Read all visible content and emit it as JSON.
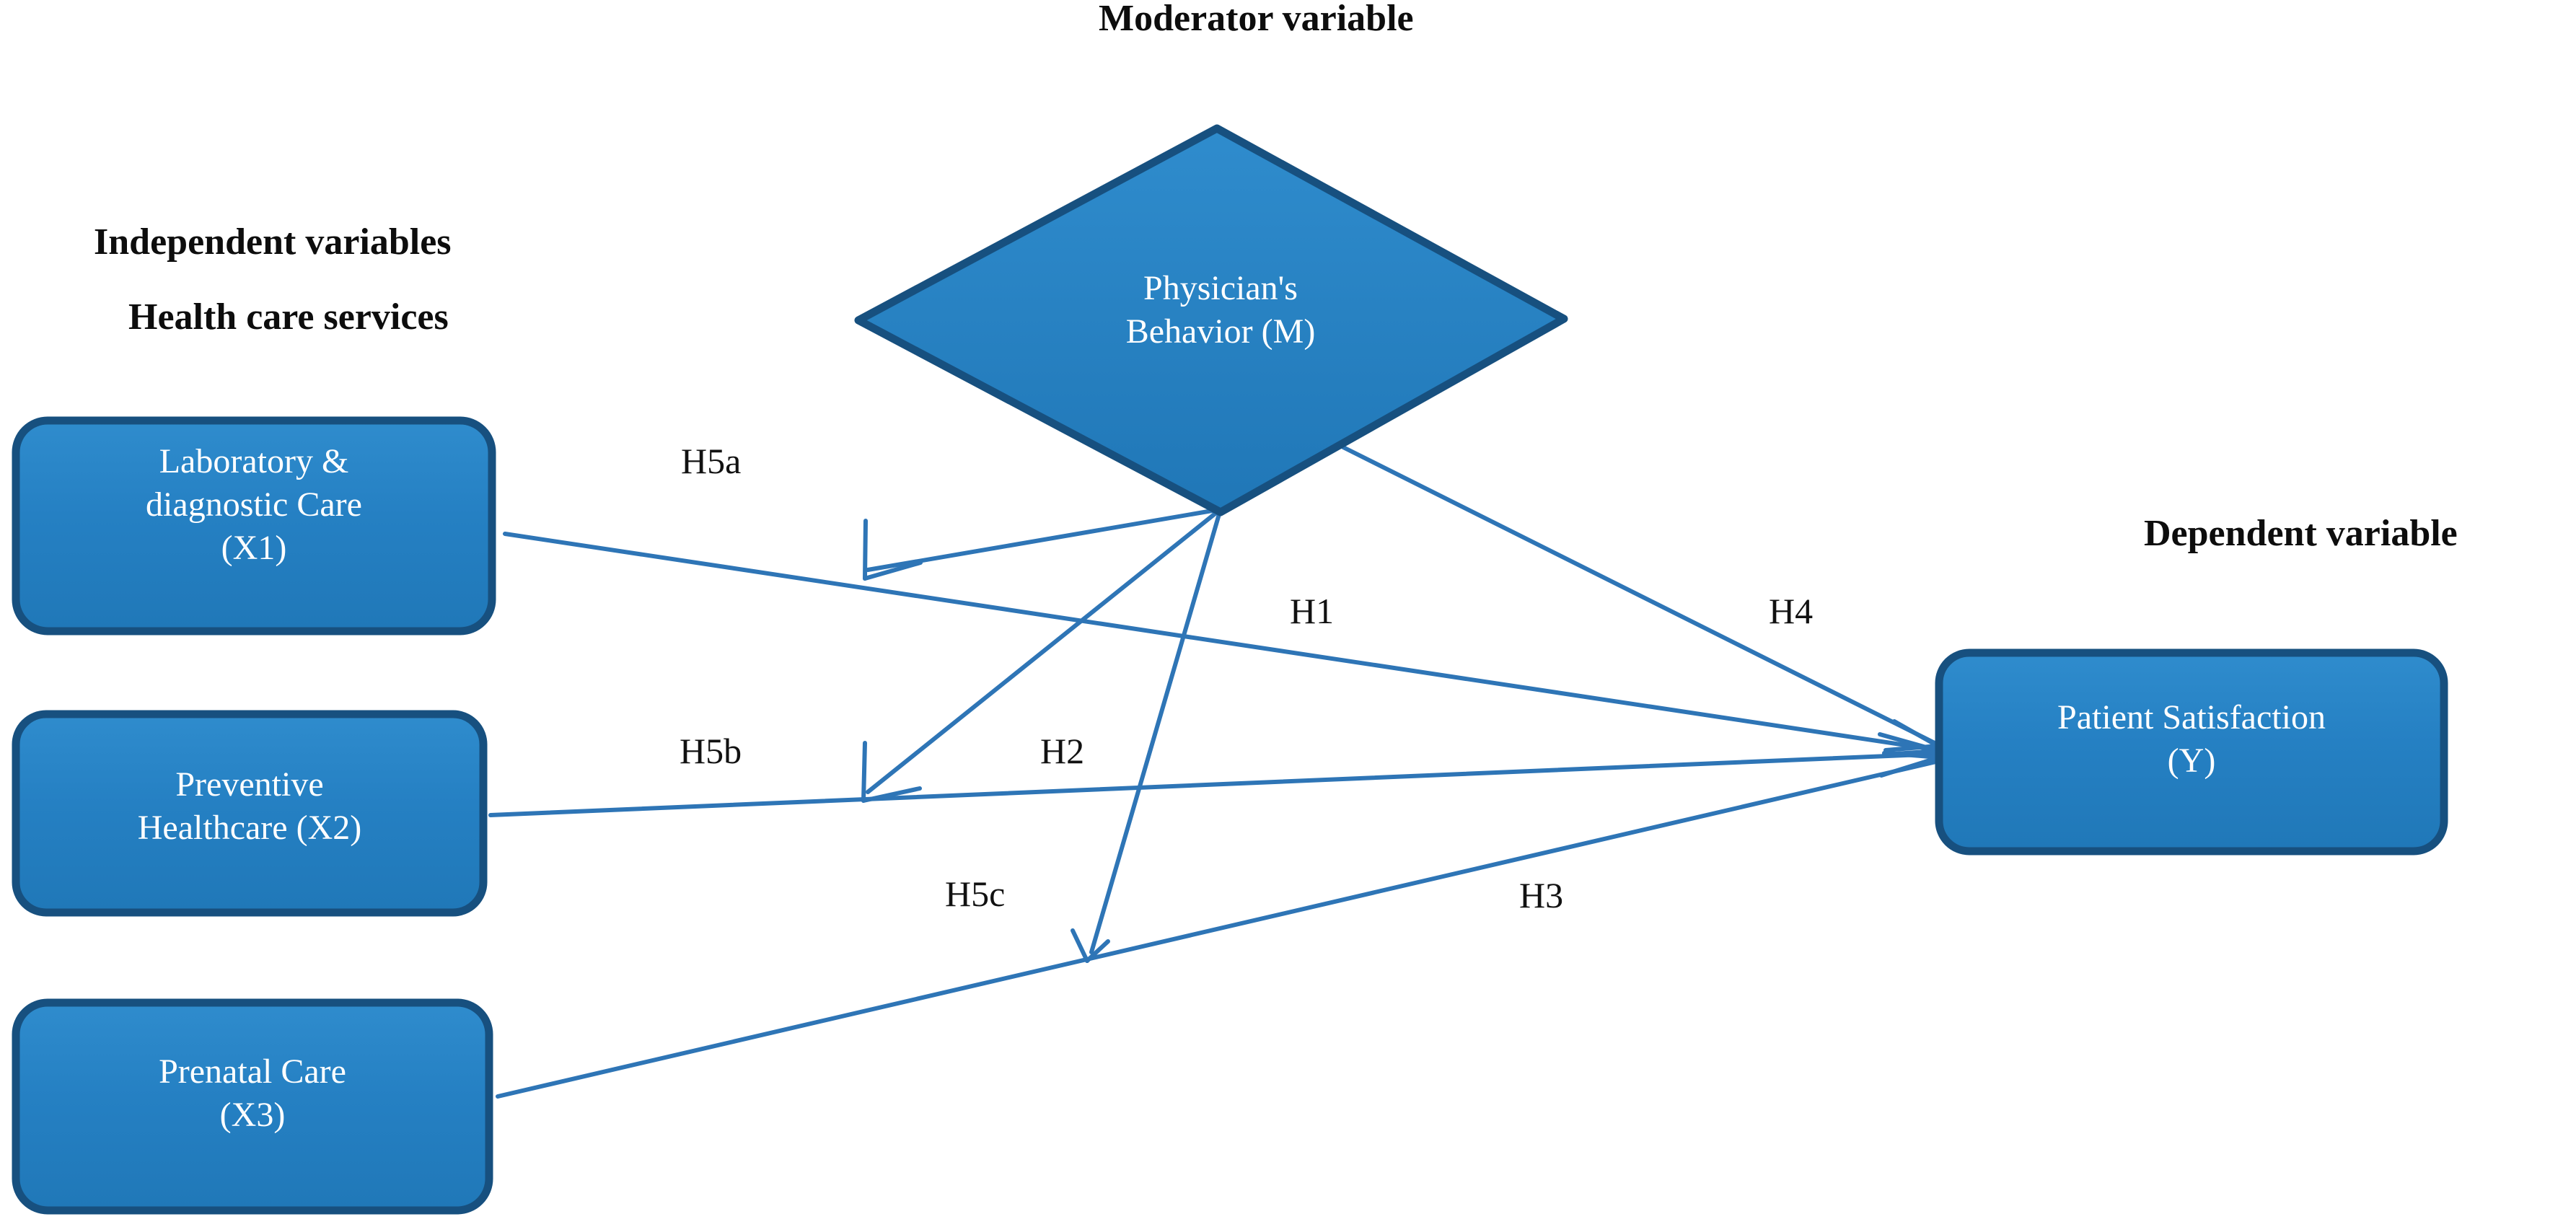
{
  "diagram": {
    "title_labels": {
      "moderator": "Moderator variable",
      "independent_line1": "Independent variables",
      "independent_line2": "Health care services",
      "dependent": "Dependent variable"
    },
    "colors": {
      "node_fill": "#2580C3",
      "node_stroke": "#17507F",
      "connector": "#2E75B6",
      "node_text": "#FFFFFF",
      "label_text": "#0D0D0D",
      "background": "#FFFFFF"
    },
    "nodes": [
      {
        "id": "x1",
        "shape": "rounded-rect",
        "label": "Laboratory &\ndiagnostic Care\n(X1)"
      },
      {
        "id": "x2",
        "shape": "rounded-rect",
        "label": "Preventive\nHealthcare (X2)"
      },
      {
        "id": "x3",
        "shape": "rounded-rect",
        "label": "Prenatal Care\n(X3)"
      },
      {
        "id": "m",
        "shape": "diamond",
        "label": "Physician's\nBehavior (M)"
      },
      {
        "id": "y",
        "shape": "rounded-rect",
        "label": "Patient  Satisfaction\n(Y)"
      }
    ],
    "edges": [
      {
        "id": "h1",
        "label": "H1",
        "from": "x1",
        "to": "y"
      },
      {
        "id": "h2",
        "label": "H2",
        "from": "x2",
        "to": "y"
      },
      {
        "id": "h3",
        "label": "H3",
        "from": "x3",
        "to": "y"
      },
      {
        "id": "h4",
        "label": "H4",
        "from": "m",
        "to": "y"
      },
      {
        "id": "h5a",
        "label": "H5a",
        "from": "m",
        "to": "h1"
      },
      {
        "id": "h5b",
        "label": "H5b",
        "from": "m",
        "to": "h2"
      },
      {
        "id": "h5c",
        "label": "H5c",
        "from": "m",
        "to": "h3"
      }
    ]
  }
}
